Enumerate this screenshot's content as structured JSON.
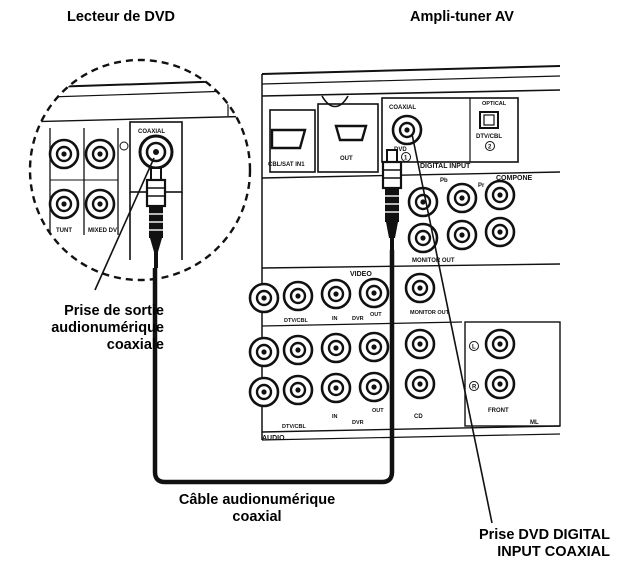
{
  "labels": {
    "dvd_player": "Lecteur de DVD",
    "av_receiver": "Ampli-tuner AV",
    "output_jack_line1": "Prise de sortie",
    "output_jack_line2": "audionumérique",
    "output_jack_line3": "coaxiale",
    "cable_line1": "Câble audionumérique",
    "cable_line2": "coaxial",
    "input_jack_line1": "Prise DVD DIGITAL",
    "input_jack_line2": "INPUT COAXIAL"
  },
  "panel_text": {
    "dvd_coaxial": "COAXIAL",
    "dvd_sub1": "TUNT",
    "dvd_sub2": "MIXED DV",
    "hdmi_in_label": "CBL/SAT IN1",
    "hdmi_out_label": "OUT",
    "rx_coaxial": "COAXIAL",
    "rx_dvd": "DVD",
    "rx_num1": "1",
    "rx_optical": "OPTICAL",
    "rx_optical_sub": "DTV/CBL",
    "rx_num2": "2",
    "digital_input": "DIGITAL INPUT",
    "component": "COMPONE",
    "comp_pb": "Pb",
    "comp_pr": "Pr",
    "monitor_out": "MONITOR OUT",
    "video": "VIDEO",
    "dtv_cbl_1": "DTV/CBL",
    "in_1": "IN",
    "dvr_1": "DVR",
    "out_1": "OUT",
    "monitor_out_2": "MONITOR OUT",
    "dtv_cbl_2": "DTV/CBL",
    "in_2": "IN",
    "dvr_2": "DVR",
    "out_2": "OUT",
    "cd": "CD",
    "audio": "AUDIO",
    "front": "FRONT",
    "left_mark": "L",
    "right_mark": "R",
    "ml": "ML"
  }
}
